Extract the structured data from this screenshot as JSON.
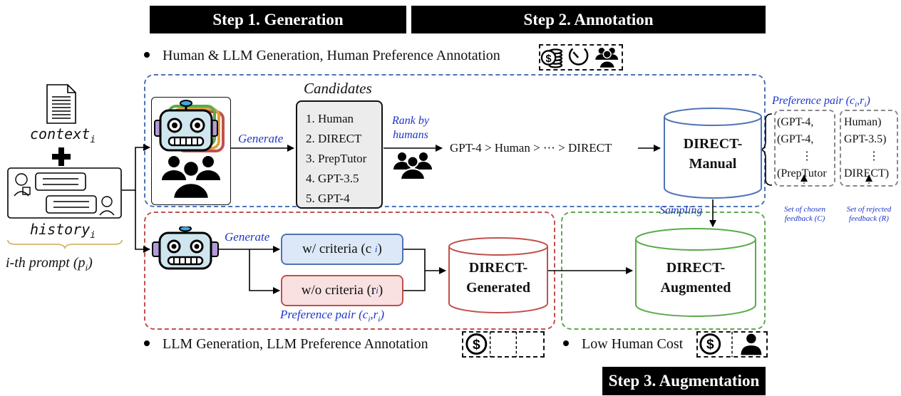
{
  "steps": {
    "step1": "Step 1. Generation",
    "step2": "Step 2. Annotation",
    "step3": "Step 3. Augmentation"
  },
  "bullets": {
    "top": "Human & LLM Generation, Human Preference Annotation",
    "bottom_left": "LLM Generation, LLM Preference Annotation",
    "bottom_right": "Low Human Cost"
  },
  "left": {
    "context_base": "context",
    "history_base": "history",
    "subscript_i": "i",
    "prompt_label": "i-th prompt (p",
    "prompt_close": ")"
  },
  "top_flow": {
    "candidates_title": "Candidates",
    "candidates": [
      "1. Human",
      "2. DIRECT",
      "3. PrepTutor",
      "4. GPT-3.5",
      "5. GPT-4"
    ],
    "generate_label": "Generate",
    "rank_label": "Rank by humans",
    "ranking": "GPT-4 > Human > ⋯ > DIRECT",
    "db_manual": "DIRECT-Manual",
    "sampling_label": "Sampling",
    "pref_pair_label": "Preference pair (c",
    "pref_pair_mid": ",r",
    "pref_pair_end": ")",
    "chosen_items": [
      "(GPT-4,",
      "(GPT-4,",
      "⋮",
      "(PrepTutor"
    ],
    "rejected_items": [
      "Human)",
      "GPT-3.5)",
      "⋮",
      "DIRECT)"
    ],
    "chosen_caption": "Set of chosen feedback (C)",
    "rejected_caption": "Set of rejected feedback (R)"
  },
  "bottom_flow": {
    "generate_label": "Generate",
    "with_criteria": "w/ criteria (c",
    "without_criteria": "w/o criteria (r",
    "close_paren": ")",
    "db_generated": "DIRECT-Generated",
    "pref_pair_label": "Preference pair (c",
    "pref_pair_mid": ",r",
    "pref_pair_end": ")",
    "db_augmented": "DIRECT-Augmented"
  },
  "colors": {
    "blue": "#4f73b6",
    "red": "#c0504d",
    "green": "#5aab4a",
    "label_blue": "#1f35c8"
  },
  "icons": [
    "document-icon",
    "plus-icon",
    "chat-history-icon",
    "robot-icon",
    "users-icon",
    "database-icon",
    "dollar-icon",
    "stopwatch-icon",
    "person-icon"
  ]
}
